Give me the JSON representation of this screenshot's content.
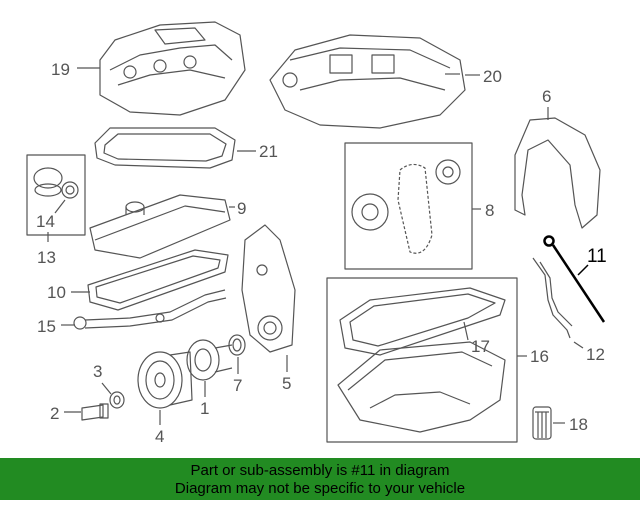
{
  "callouts": {
    "c1": "1",
    "c2": "2",
    "c3": "3",
    "c4": "4",
    "c5": "5",
    "c6": "6",
    "c7": "7",
    "c8": "8",
    "c9": "9",
    "c10": "10",
    "c11": "11",
    "c12": "12",
    "c13": "13",
    "c14": "14",
    "c15": "15",
    "c16": "16",
    "c17": "17",
    "c18": "18",
    "c19": "19",
    "c20": "20",
    "c21": "21"
  },
  "highlighted_part": "11",
  "colors": {
    "banner": "#228b22",
    "line": "#555555",
    "highlight": "#000000"
  },
  "banner": {
    "line1": "Part or sub-assembly is #11 in diagram",
    "line2": "Diagram may not be specific to your vehicle"
  }
}
